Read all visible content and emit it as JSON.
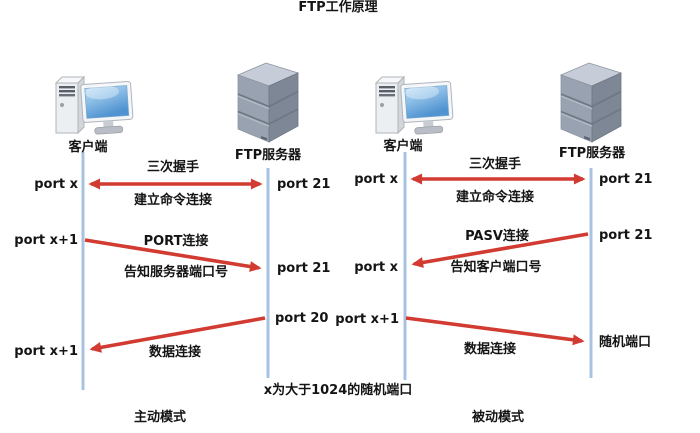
{
  "title": "FTP工作原理",
  "colors": {
    "arrow": "#d23b32",
    "lifeline": "#a8c3e2"
  },
  "icons": {
    "client": "desktop-computer-icon",
    "server": "server-tower-icon"
  },
  "active": {
    "client_label": "客户端",
    "server_label": "FTP服务器",
    "handshake_above": "三次握手",
    "handshake_below": "建立命令连接",
    "handshake_client_port": "port x",
    "handshake_server_port": "port 21",
    "port_above": "PORT连接",
    "port_below": "告知服务器端口号",
    "port_client_port": "port x+1",
    "port_server_port": "port 21",
    "data_label": "数据连接",
    "data_client_port": "port x+1",
    "data_server_port": "port 20",
    "mode_label": "主动模式"
  },
  "passive": {
    "client_label": "客户端",
    "server_label": "FTP服务器",
    "handshake_above": "三次握手",
    "handshake_below": "建立命令连接",
    "handshake_client_port": "port x",
    "handshake_server_port": "port 21",
    "pasv_above": "PASV连接",
    "pasv_below": "告知客户端口号",
    "pasv_client_port": "port x",
    "pasv_server_port": "port 21",
    "data_label": "数据连接",
    "data_client_port": "port x+1",
    "data_server_port": "随机端口",
    "mode_label": "被动模式"
  },
  "footer": {
    "note": "x为大于1024的随机端口"
  }
}
